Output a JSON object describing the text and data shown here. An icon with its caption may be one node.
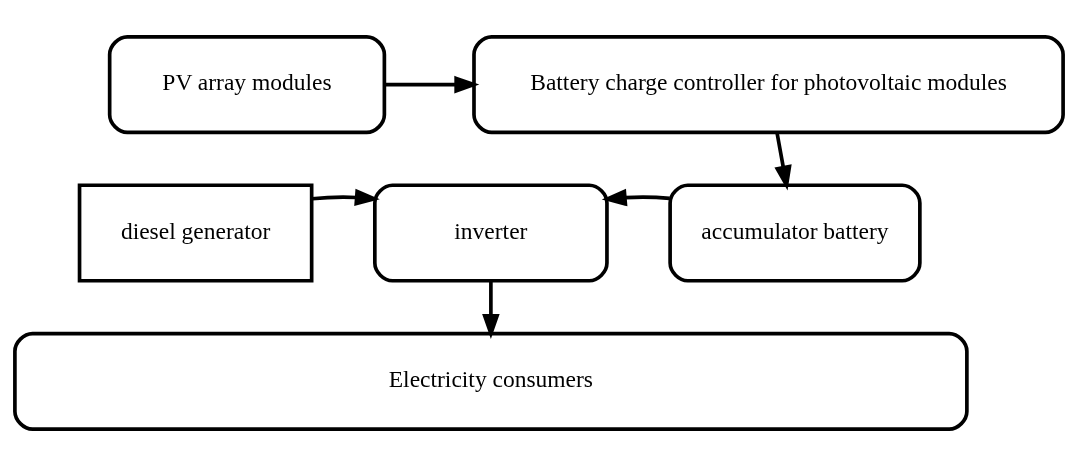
{
  "diagram": {
    "nodes": [
      {
        "text": [
          "PV array modules"
        ]
      },
      {
        "text": [
          "Battery charge controller for photovoltaic modules"
        ]
      },
      {
        "text": [
          "diesel generator"
        ]
      },
      {
        "text": [
          "inverter"
        ]
      },
      {
        "text": [
          "accumulator battery"
        ]
      },
      {
        "text": [
          "Electricity consumers"
        ]
      }
    ],
    "edges": [
      {
        "from": 0,
        "to": 1,
        "arrow": "to"
      },
      {
        "from": 1,
        "to": 4,
        "arrow": "to"
      },
      {
        "from": 2,
        "to": 3,
        "arrow": "to"
      },
      {
        "from": 4,
        "to": 3,
        "arrow": "to"
      },
      {
        "from": 3,
        "to": 5,
        "arrow": "to"
      }
    ]
  }
}
